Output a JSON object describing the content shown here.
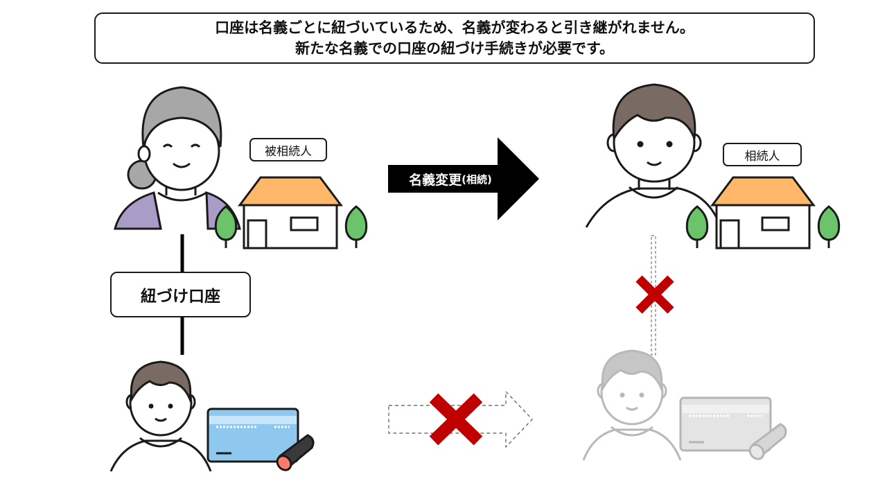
{
  "header": {
    "line1": "口座は名義ごとに紐づいているため、名義が変わると引き継がれません。",
    "line2": "新たな名義での口座の紐づけ手続きが必要です。"
  },
  "labels": {
    "deceased": "被相続人",
    "heir": "相続人",
    "linked_account": "紐づけ口座",
    "transfer_main": "名義変更",
    "transfer_sub": "(相続)"
  },
  "colors": {
    "cross_red": "#c00000",
    "house_roof": "#ffb86a",
    "tree_green": "#6cc46a",
    "card_blue": "#8ec8ee",
    "hair_brown": "#7a6a64",
    "grandma_hair": "#a7a7a7",
    "grandma_cardigan": "#a99cc6"
  },
  "icons": [
    "grandmother-icon",
    "man-icon",
    "house-icon",
    "tree-icon",
    "bank-card-icon",
    "seal-stamp-icon",
    "cross-mark-icon"
  ]
}
